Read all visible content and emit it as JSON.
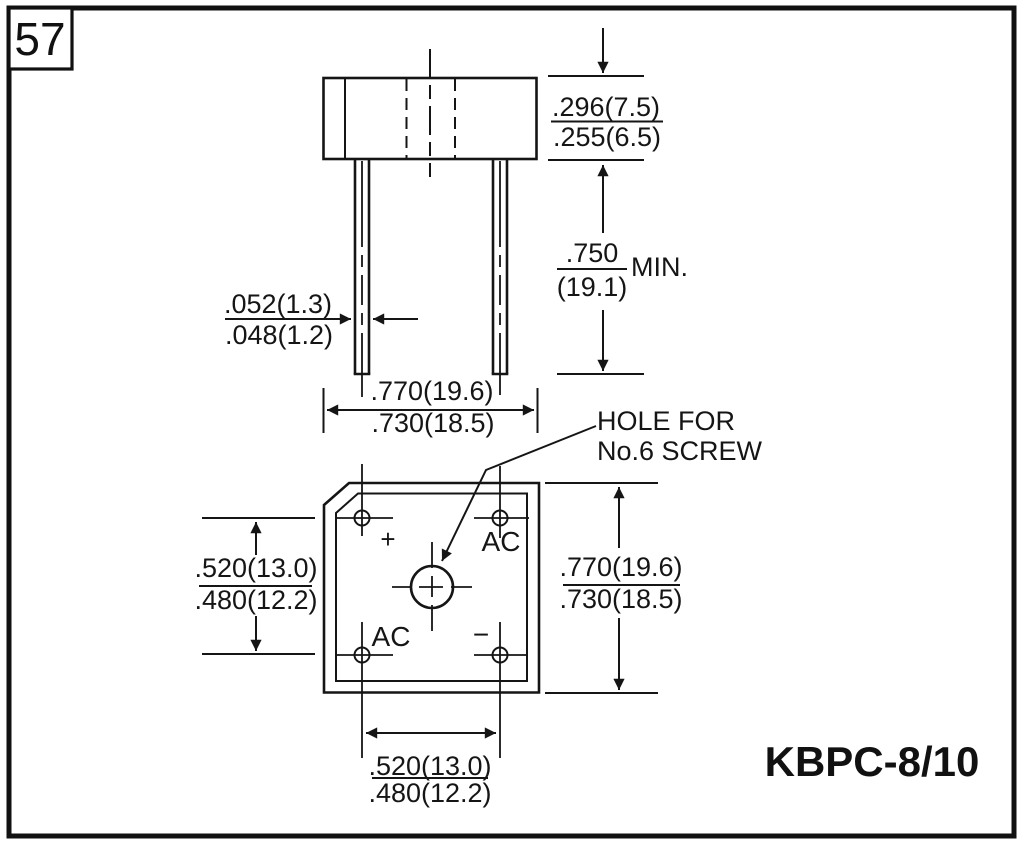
{
  "page": {
    "number": "57",
    "part_label": "KBPC-8/10"
  },
  "side_view": {
    "body_height_dim": {
      "numerator": ".296(7.5)",
      "denominator": ".255(6.5)"
    },
    "lead_length_dim": {
      "numerator": ".750",
      "denominator": "(19.1)",
      "qualifier": "MIN."
    },
    "lead_width_dim": {
      "numerator": ".052(1.3)",
      "denominator": ".048(1.2)"
    },
    "body_width_dim": {
      "numerator": ".770(19.6)",
      "denominator": ".730(18.5)"
    }
  },
  "bottom_view": {
    "hole_note": {
      "line1": "HOLE FOR",
      "line2": "No.6 SCREW"
    },
    "terminal_labels": {
      "positive": "+",
      "ac_top": "AC",
      "ac_bottom": "AC",
      "negative": "−"
    },
    "hole_spacing_vertical_dim": {
      "numerator": ".520(13.0)",
      "denominator": ".480(12.2)"
    },
    "body_size_dim": {
      "numerator": ".770(19.6)",
      "denominator": ".730(18.5)"
    },
    "hole_spacing_horizontal_dim": {
      "numerator": ".520(13.0)",
      "denominator": ".480(12.2)"
    }
  }
}
